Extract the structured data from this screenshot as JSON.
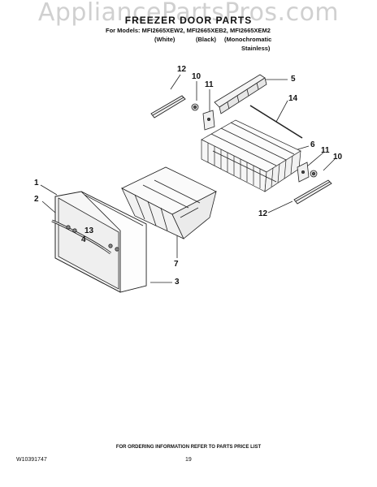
{
  "watermark": "AppliancePartsPros.com",
  "title": "FREEZER DOOR PARTS",
  "models_line": "For Models: MFI2665XEW2, MFI2665XEB2, MFI2665XEM2",
  "variants": [
    "(White)",
    "(Black)",
    "(Monochromatic",
    "Stainless)"
  ],
  "callouts": {
    "c12a": "12",
    "c10a": "10",
    "c11a": "11",
    "c5": "5",
    "c14": "14",
    "c6": "6",
    "c11b": "11",
    "c10b": "10",
    "c12b": "12",
    "c1": "1",
    "c2": "2",
    "c13": "13",
    "c4": "4",
    "c7": "7",
    "c3": "3"
  },
  "footer": {
    "note": "FOR ORDERING INFORMATION REFER TO PARTS PRICE LIST",
    "doc_number": "W10391747",
    "page_number": "19"
  }
}
